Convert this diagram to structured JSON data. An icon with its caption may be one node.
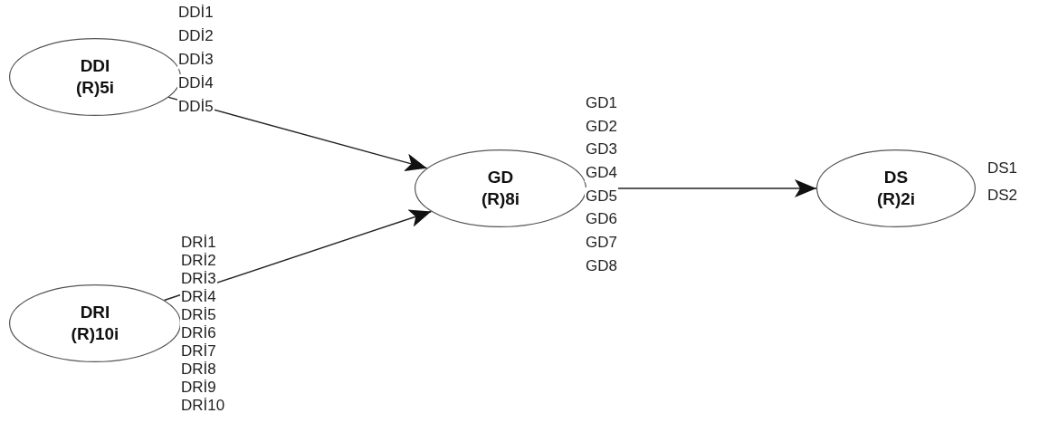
{
  "diagram": {
    "nodes": [
      {
        "text": [
          "DDI",
          "(R)5i"
        ],
        "beside": [
          "DDİ1",
          "DDİ2",
          "DDİ3",
          "DDİ4",
          "DDİ5"
        ]
      },
      {
        "text": [
          "DRI",
          "(R)10i"
        ],
        "beside": [
          "DRİ1",
          "DRİ2",
          "DRİ3",
          "DRİ4",
          "DRİ5",
          "DRİ6",
          "DRİ7",
          "DRİ8",
          "DRİ9",
          "DRİ10"
        ]
      },
      {
        "text": [
          "GD",
          "(R)8i"
        ],
        "beside": [
          "GD1",
          "GD2",
          "GD3",
          "GD4",
          "GD5",
          "GD6",
          "GD7",
          "GD8"
        ]
      },
      {
        "text": [
          "DS",
          "(R)2i"
        ],
        "beside": [
          "DS1",
          "DS2"
        ]
      }
    ],
    "edges": [
      {
        "from": 0,
        "to": 2,
        "arrow": "to"
      },
      {
        "from": 1,
        "to": 2,
        "arrow": "to"
      },
      {
        "from": 2,
        "to": 3,
        "arrow": "to"
      }
    ]
  }
}
